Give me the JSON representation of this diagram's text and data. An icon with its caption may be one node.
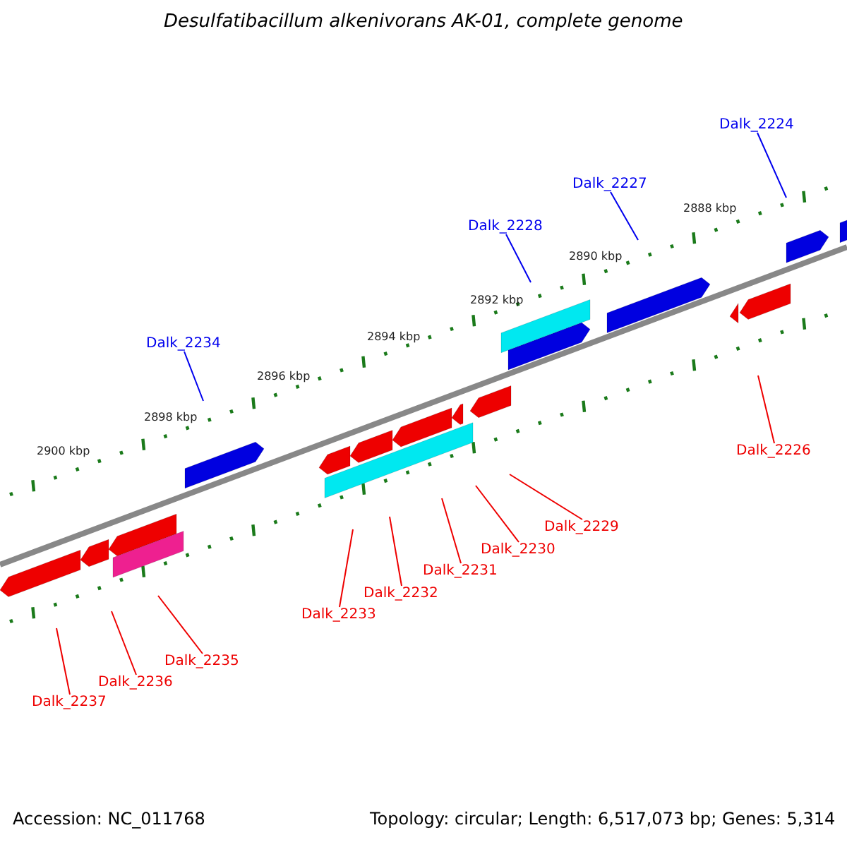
{
  "diagram": {
    "title": "Desulfatibacillum alkenivorans AK-01, complete genome",
    "nodes": [
      {
        "text": [
          "Dalk_2224"
        ]
      },
      {
        "text": [
          "Dalk_2227"
        ]
      },
      {
        "text": [
          "Dalk_2228"
        ]
      },
      {
        "text": [
          "Dalk_2234"
        ]
      },
      {
        "text": [
          "Dalk_2226"
        ]
      },
      {
        "text": [
          "Dalk_2229"
        ]
      },
      {
        "text": [
          "Dalk_2230"
        ]
      },
      {
        "text": [
          "Dalk_2231"
        ]
      },
      {
        "text": [
          "Dalk_2232"
        ]
      },
      {
        "text": [
          "Dalk_2233"
        ]
      },
      {
        "text": [
          "Dalk_2235"
        ]
      },
      {
        "text": [
          "Dalk_2236"
        ]
      },
      {
        "text": [
          "Dalk_2237"
        ]
      }
    ],
    "edges": [
      {
        "from": 0,
        "to": null,
        "arrow": "none",
        "color": "#0000ee"
      },
      {
        "from": 1,
        "to": null,
        "arrow": "none",
        "color": "#0000ee"
      },
      {
        "from": 2,
        "to": null,
        "arrow": "none",
        "color": "#0000ee"
      },
      {
        "from": 3,
        "to": null,
        "arrow": "none",
        "color": "#0000ee"
      },
      {
        "from": 4,
        "to": null,
        "arrow": "none"
      },
      {
        "from": 5,
        "to": null,
        "arrow": "none"
      },
      {
        "from": 6,
        "to": null,
        "arrow": "none"
      },
      {
        "from": 7,
        "to": null,
        "arrow": "none"
      },
      {
        "from": 8,
        "to": null,
        "arrow": "none"
      },
      {
        "from": 9,
        "to": null,
        "arrow": "none"
      },
      {
        "from": 10,
        "to": null,
        "arrow": "none"
      },
      {
        "from": 11,
        "to": null,
        "arrow": "none"
      },
      {
        "from": 12,
        "to": null,
        "arrow": "none"
      }
    ],
    "labels": [
      "2888 kbp",
      "2890 kbp",
      "2892 kbp",
      "2894 kbp",
      "2896 kbp",
      "2898 kbp",
      "2900 kbp",
      "Accession: NC_011768",
      "Topology: circular; Length: 6,517,073 bp; Genes: 5,314"
    ]
  }
}
